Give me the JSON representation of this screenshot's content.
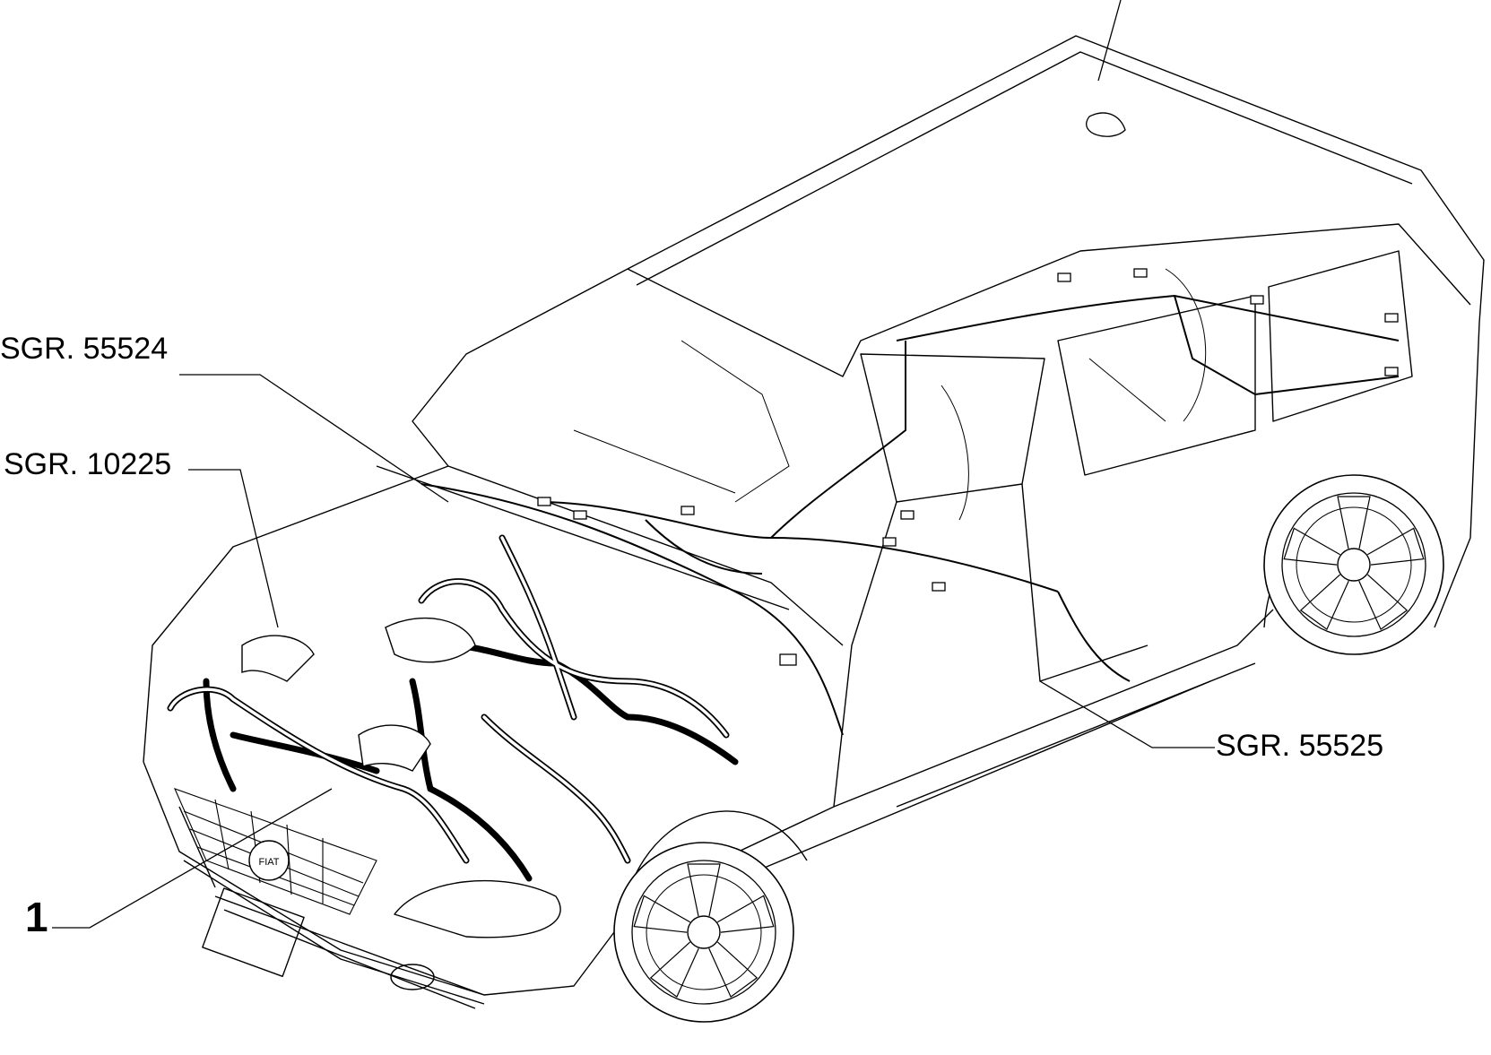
{
  "diagram": {
    "labels": {
      "sgr_55524": "SGR. 55524",
      "sgr_10225": "SGR. 10225",
      "sgr_55525": "SGR. 55525",
      "item_1": "1"
    },
    "badge_text": "FIAT",
    "colors": {
      "line": "#000000",
      "background": "#ffffff"
    }
  }
}
